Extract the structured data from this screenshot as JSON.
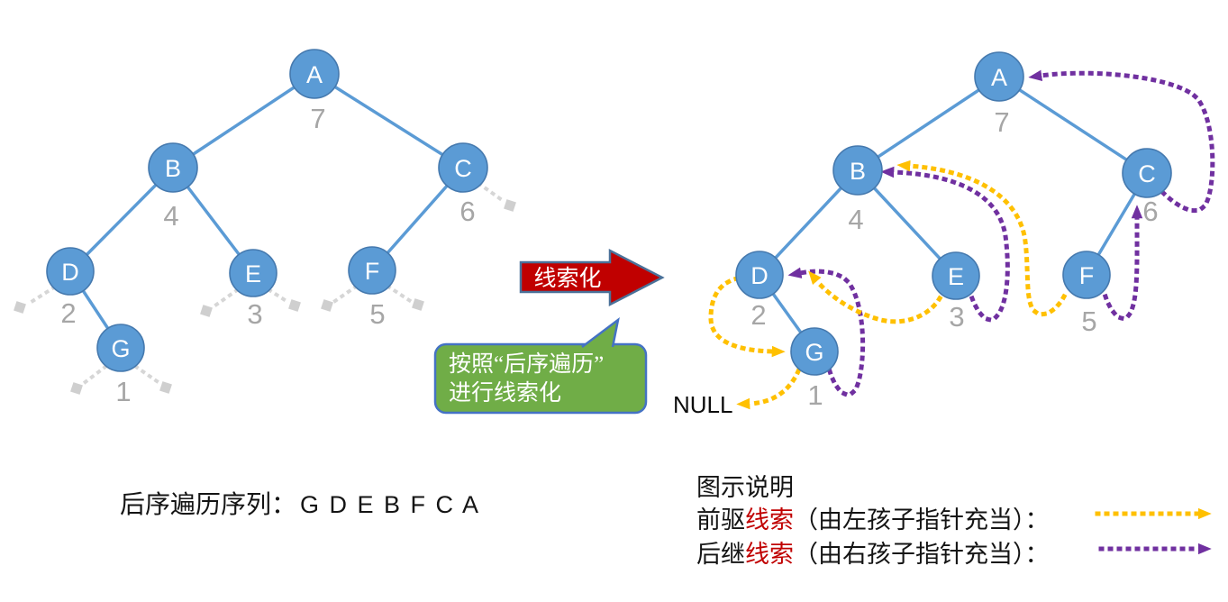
{
  "nodes": [
    {
      "letter": "A",
      "order": "7"
    },
    {
      "letter": "B",
      "order": "4"
    },
    {
      "letter": "C",
      "order": "6"
    },
    {
      "letter": "D",
      "order": "2"
    },
    {
      "letter": "E",
      "order": "3"
    },
    {
      "letter": "F",
      "order": "5"
    },
    {
      "letter": "G",
      "order": "1"
    }
  ],
  "transform_arrow": {
    "label": "线索化"
  },
  "callout": {
    "line1": "按照“后序遍历”",
    "line2": "进行线索化"
  },
  "null_label": "NULL",
  "sequence": {
    "label": "后序遍历序列：",
    "value": "G D E B F C A"
  },
  "legend": {
    "title": "图示说明",
    "predecessor": {
      "prefix": "前驱",
      "keyword": "线索",
      "suffix": "（由左孩子指针充当）："
    },
    "successor": {
      "prefix": "后继",
      "keyword": "线索",
      "suffix": "（由右孩子指针充当）："
    }
  },
  "colors": {
    "node_fill": "#5B9BD5",
    "node_border": "#4579AE",
    "edge": "#5B9BD5",
    "order_text": "#A6A6A6",
    "predecessor_thread": "#FFC000",
    "successor_thread": "#7030A0",
    "transform_arrow_fill": "#C00000",
    "callout_fill": "#70AD47",
    "callout_border": "#4472C4",
    "keyword_red": "#C00000"
  }
}
